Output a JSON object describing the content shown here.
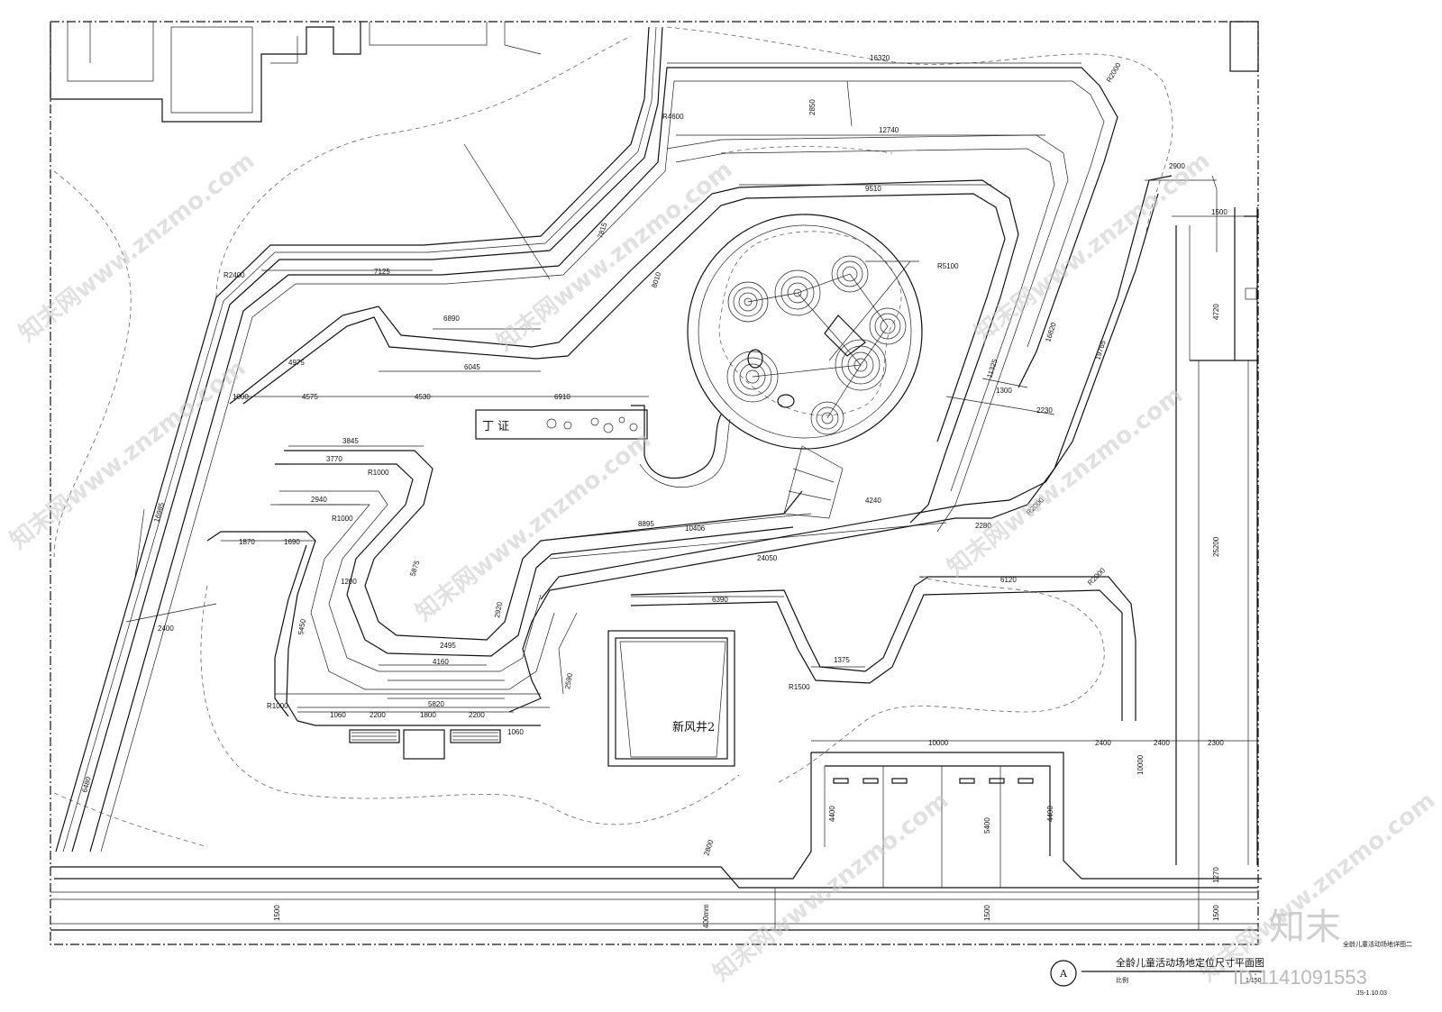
{
  "labels": {
    "shaft": "新风井2",
    "sheet_title": "全龄儿童活动场地定位尺寸平面图",
    "sheet_ref": "A",
    "scale_label": "比例",
    "scale_value": "1:150",
    "sheet_code": "JS-1.10.03",
    "sheet_note": "全龄儿童活动场地详图二",
    "sign_text": "丁 证",
    "width_note": "400mm"
  },
  "watermark": {
    "site": "知末网www.znzmo.com",
    "brand": "知末",
    "id_text": "ID:1141091553"
  },
  "dimensions": {
    "top_16320": "16320",
    "top_12740": "12740",
    "top_9510": "9510",
    "d_7125": "7125",
    "d_6890": "6890",
    "d_6045": "6045",
    "d_4575": "4575",
    "d_4530": "4530",
    "d_6910": "6910",
    "d_1000": "1000",
    "d_4975": "4975",
    "d_3845": "3845",
    "d_3770": "3770",
    "d_2940": "2940",
    "d_1870": "1870",
    "d_1690": "1690",
    "d_8895": "8895",
    "d_10406": "10406",
    "d_24050": "24050",
    "d_4240": "4240",
    "d_2280": "2280",
    "d_6120": "6120",
    "d_6390": "6390",
    "d_1375": "1375",
    "d_2495": "2495",
    "d_4160": "4160",
    "d_5820": "5820",
    "d_1060a": "1060",
    "d_2200a": "2200",
    "d_1800": "1800",
    "d_2200b": "2200",
    "d_1060b": "1060",
    "d_10000": "10000",
    "d_2400a": "2400",
    "d_2400b": "2400",
    "d_2300": "2300",
    "d_2900": "2900",
    "d_1500": "1500",
    "d_4720": "4720",
    "d_25200": "25200",
    "d_16985": "16985",
    "d_6480": "6480",
    "d_2400c": "2400",
    "d_19765": "19765",
    "d_16820": "16820",
    "d_11325": "11325",
    "d_2230": "2230",
    "d_1300": "1300",
    "d_2850": "2850",
    "d_7815": "7815",
    "d_8010": "8010",
    "d_4400a": "4400",
    "d_5400": "5400",
    "d_4400b": "4400",
    "d_10000v": "10000",
    "d_1270": "1270",
    "d_1500a": "1500",
    "d_1500b": "1500",
    "d_1500c": "1500",
    "d_2800": "2800",
    "d_1200": "1200",
    "d_2920": "2920",
    "d_2590": "2590",
    "d_5450": "5450",
    "d_5875": "5875",
    "r_4600": "R4600",
    "r_2400": "R2400",
    "r_5100": "R5100",
    "r_2000a": "R2000",
    "r_2000b": "R2000",
    "r_2000c": "R2000",
    "r_1000a": "R1000",
    "r_1000b": "R1000",
    "r_1000c": "R1000",
    "r_1500": "R1500"
  }
}
